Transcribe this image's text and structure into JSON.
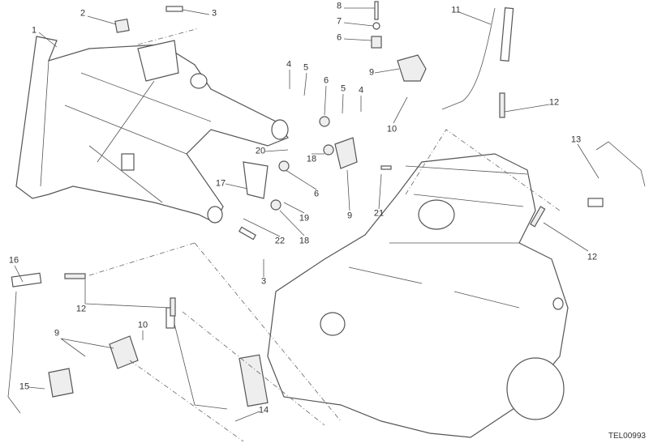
{
  "diagram": {
    "callouts": [
      "1",
      "2",
      "3",
      "8",
      "7",
      "6",
      "11",
      "9",
      "4",
      "5",
      "6",
      "5",
      "4",
      "10",
      "12",
      "20",
      "18",
      "13",
      "17",
      "6",
      "9",
      "21",
      "19",
      "22",
      "18",
      "12",
      "3",
      "16",
      "12",
      "10",
      "9",
      "15",
      "14"
    ],
    "drawing_code": "TEL00993"
  }
}
